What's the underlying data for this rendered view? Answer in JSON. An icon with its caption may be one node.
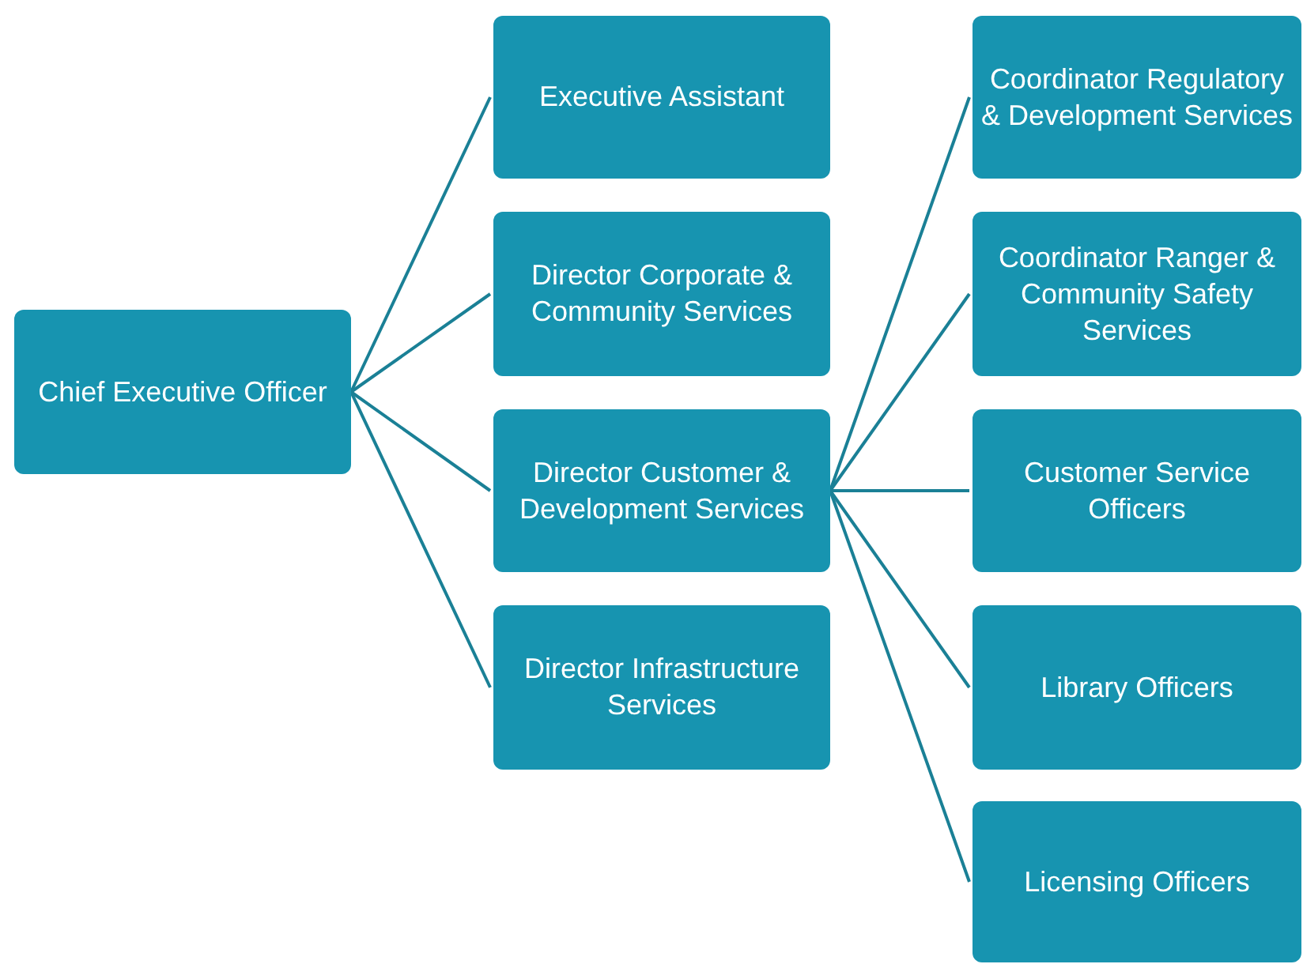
{
  "diagram": {
    "nodes": [
      {
        "text": [
          "Chief Executive Officer"
        ]
      },
      {
        "text": [
          "Executive Assistant"
        ]
      },
      {
        "text": [
          "Director Corporate & Community Services"
        ]
      },
      {
        "text": [
          "Director Customer & Development Services"
        ]
      },
      {
        "text": [
          "Director Infrastructure Services"
        ]
      },
      {
        "text": [
          "Coordinator Regulatory & Development Services"
        ]
      },
      {
        "text": [
          "Coordinator Ranger & Community Safety Services"
        ]
      },
      {
        "text": [
          "Customer Service Officers"
        ]
      },
      {
        "text": [
          "Library Officers"
        ]
      },
      {
        "text": [
          "Licensing Officers"
        ]
      }
    ],
    "edges": [
      {
        "from": 0,
        "to": 1,
        "arrow": "none"
      },
      {
        "from": 0,
        "to": 2,
        "arrow": "none"
      },
      {
        "from": 0,
        "to": 3,
        "arrow": "none"
      },
      {
        "from": 0,
        "to": 4,
        "arrow": "none"
      },
      {
        "from": 3,
        "to": 5,
        "arrow": "none"
      },
      {
        "from": 3,
        "to": 6,
        "arrow": "none"
      },
      {
        "from": 3,
        "to": 7,
        "arrow": "none"
      },
      {
        "from": 3,
        "to": 8,
        "arrow": "none"
      },
      {
        "from": 3,
        "to": 9,
        "arrow": "none"
      }
    ]
  }
}
